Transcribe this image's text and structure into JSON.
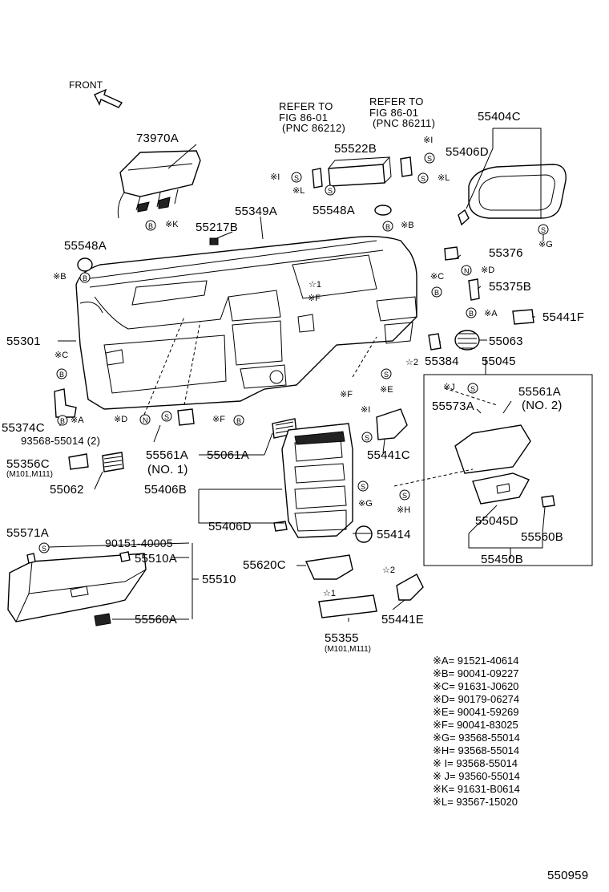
{
  "diagram_id": "550959",
  "orientation": "FRONT",
  "refs": [
    {
      "line1": "REFER TO",
      "line2": "FIG 86-01",
      "line3": "(PNC 86212)"
    },
    {
      "line1": "REFER TO",
      "line2": "FIG 86-01",
      "line3": "(PNC 86211)"
    }
  ],
  "labels": {
    "p73970A": "73970A",
    "p55522B": "55522B",
    "p55404C": "55404C",
    "p55406D": "55406D",
    "p55349A": "55349A",
    "p55217B": "55217B",
    "p55548A_top": "55548A",
    "p55548A_left": "55548A",
    "p55376": "55376",
    "p55375B": "55375B",
    "p55441F": "55441F",
    "p55301": "55301",
    "p55063": "55063",
    "p55384": "55384",
    "p55045": "55045",
    "p55374C": "55374C",
    "p93568": "93568-55014 (2)",
    "p55561A_no1": "55561A",
    "p55561A_no1_sub": "(NO. 1)",
    "p55061A": "55061A",
    "p55441C": "55441C",
    "p55561A_no2": "55561A",
    "p55561A_no2_sub": "(NO. 2)",
    "p55573A": "55573A",
    "p55356C": "55356C",
    "p55356C_sub": "(M101,M111)",
    "p55062": "55062",
    "p55406B": "55406B",
    "p55406D_b": "55406D",
    "p55045D": "55045D",
    "p55560B": "55560B",
    "p55571A": "55571A",
    "p90151": "90151-40005",
    "p55510A": "55510A",
    "p55510": "55510",
    "p55414": "55414",
    "p55450B": "55450B",
    "p55620C": "55620C",
    "p55560A": "55560A",
    "p55441E": "55441E",
    "p55355": "55355",
    "p55355_sub": "(M101,M111)"
  },
  "callouts": {
    "k": "※K",
    "b": "※B",
    "b2": "※B",
    "c": "※C",
    "c2": "※C",
    "d": "※D",
    "d2": "※D",
    "a": "※A",
    "a2": "※A",
    "e": "※E",
    "f": "※F",
    "f2": "※F",
    "f3": "※F",
    "g": "※G",
    "g2": "※G",
    "h": "※H",
    "i": "※I",
    "i2": "※I",
    "i3": "※I",
    "j": "※J",
    "l": "※L",
    "l2": "※L",
    "star1": "☆1",
    "star1b": "☆1",
    "star2": "☆2",
    "star2b": "☆2"
  },
  "legend": [
    {
      "key": "※A",
      "value": "91521-40614"
    },
    {
      "key": "※B",
      "value": "90041-09227"
    },
    {
      "key": "※C",
      "value": "91631-J0620"
    },
    {
      "key": "※D",
      "value": "90179-06274"
    },
    {
      "key": "※E",
      "value": "90041-59269"
    },
    {
      "key": "※F",
      "value": "90041-83025"
    },
    {
      "key": "※G",
      "value": "93568-55014"
    },
    {
      "key": "※H",
      "value": "93568-55014"
    },
    {
      "key": "※ I",
      "value": "93568-55014"
    },
    {
      "key": "※ J",
      "value": "93560-55014"
    },
    {
      "key": "※K",
      "value": "91631-B0614"
    },
    {
      "key": "※L",
      "value": "93567-15020"
    }
  ],
  "icons": {
    "front_arrow": "front-arrow-icon",
    "screw_marker": "circled-letter-marker"
  }
}
